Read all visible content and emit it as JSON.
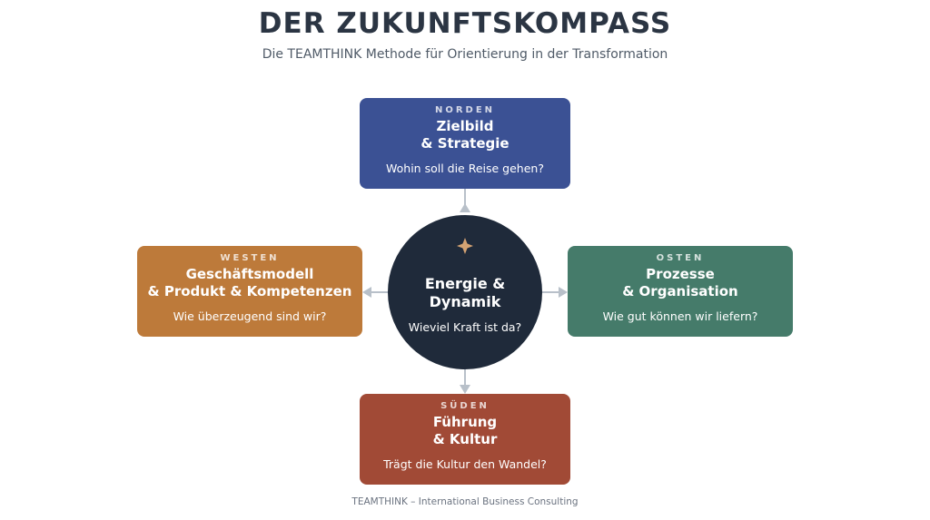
{
  "header": {
    "title": "DER ZUKUNFTSKOMPASS",
    "subtitle": "Die TEAMTHINK Methode für Orientierung in der Transformation"
  },
  "center": {
    "icon": "compass-star-icon",
    "heading_line1": "Energie &",
    "heading_line2": "Dynamik",
    "question": "Wieviel Kraft ist da?",
    "color": "#1f2a3a",
    "icon_color": "#d4a373"
  },
  "north": {
    "direction": "NORDEN",
    "heading_line1": "Zielbild",
    "heading_line2": "& Strategie",
    "question": "Wohin soll die Reise gehen?",
    "color": "#3b5194"
  },
  "west": {
    "direction": "WESTEN",
    "heading_line1": "Geschäftsmodell",
    "heading_line2": "& Produkt & Kompetenzen",
    "question": "Wie überzeugend sind wir?",
    "color": "#bd7a3a"
  },
  "east": {
    "direction": "OSTEN",
    "heading_line1": "Prozesse",
    "heading_line2": "& Organisation",
    "question": "Wie gut können wir liefern?",
    "color": "#457b6a"
  },
  "south": {
    "direction": "SÜDEN",
    "heading_line1": "Führung",
    "heading_line2": "& Kultur",
    "question": "Trägt die Kultur den Wandel?",
    "color": "#a14a36"
  },
  "footer": {
    "text": "TEAMTHINK – International Business Consulting"
  },
  "connector_color": "#b8c0c9"
}
